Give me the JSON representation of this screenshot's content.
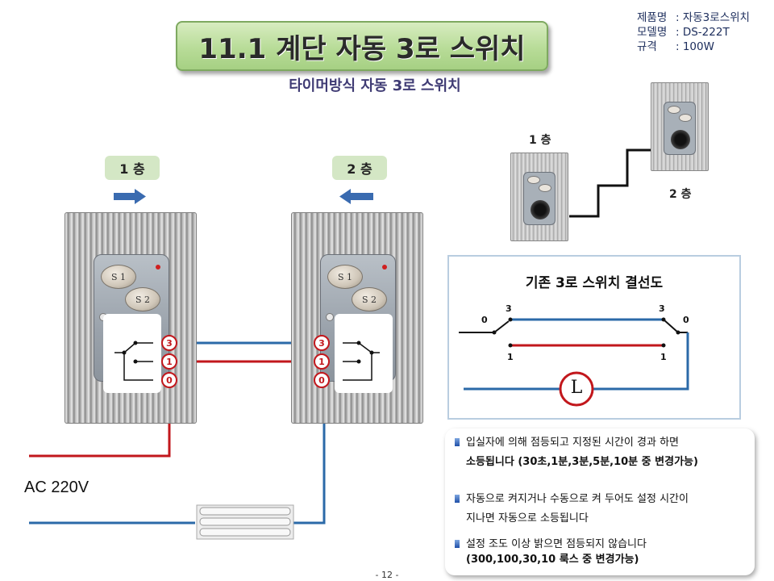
{
  "title": "11.1 계단 자동 3로 스위치",
  "subtitle": "타이머방식 자동 3로 스위치",
  "spec": {
    "rows": [
      {
        "key": "제품명",
        "value": ": 자동3로스위치"
      },
      {
        "key": "모델명",
        "value": ": DS-222T"
      },
      {
        "key": "규격",
        "value": " : 100W"
      }
    ]
  },
  "left_diagram": {
    "floor1_tag": "1 층",
    "floor2_tag": "2 층",
    "switch_buttons": [
      "S 1",
      "S 2"
    ],
    "terminals": [
      "3",
      "1",
      "0"
    ],
    "ac_label": "AC 220V"
  },
  "stairs_illustration": {
    "floor1": "1 층",
    "floor2": "2 층"
  },
  "existing_wiring": {
    "title": "기존  3로 스위치 결선도",
    "left_labels": {
      "common": "0",
      "top": "3",
      "bottom": "1"
    },
    "right_labels": {
      "common": "0",
      "top": "3",
      "bottom": "1"
    },
    "lamp": "L"
  },
  "notes": [
    {
      "line1": "입실자에 의해 점등되고 지정된 시간이 경과 하면",
      "line2": "소등됩니다 (30초,1분,3분,5분,10분 중 변경가능)"
    },
    {
      "line1": "자동으로 켜지거나 수동으로 켜 두어도 설정 시간이",
      "line2": "지나면 자동으로 소등됩니다"
    },
    {
      "line1": "설정 조도 이상 밝으면 점등되지 않습니다",
      "line2": "(300,100,30,10 룩스 중 변경가능)"
    }
  ],
  "colors": {
    "red_wire": "#c2171c",
    "blue_wire": "#2b6aa8",
    "arrow": "#3a6bb0"
  },
  "page_number": "- 12 -"
}
